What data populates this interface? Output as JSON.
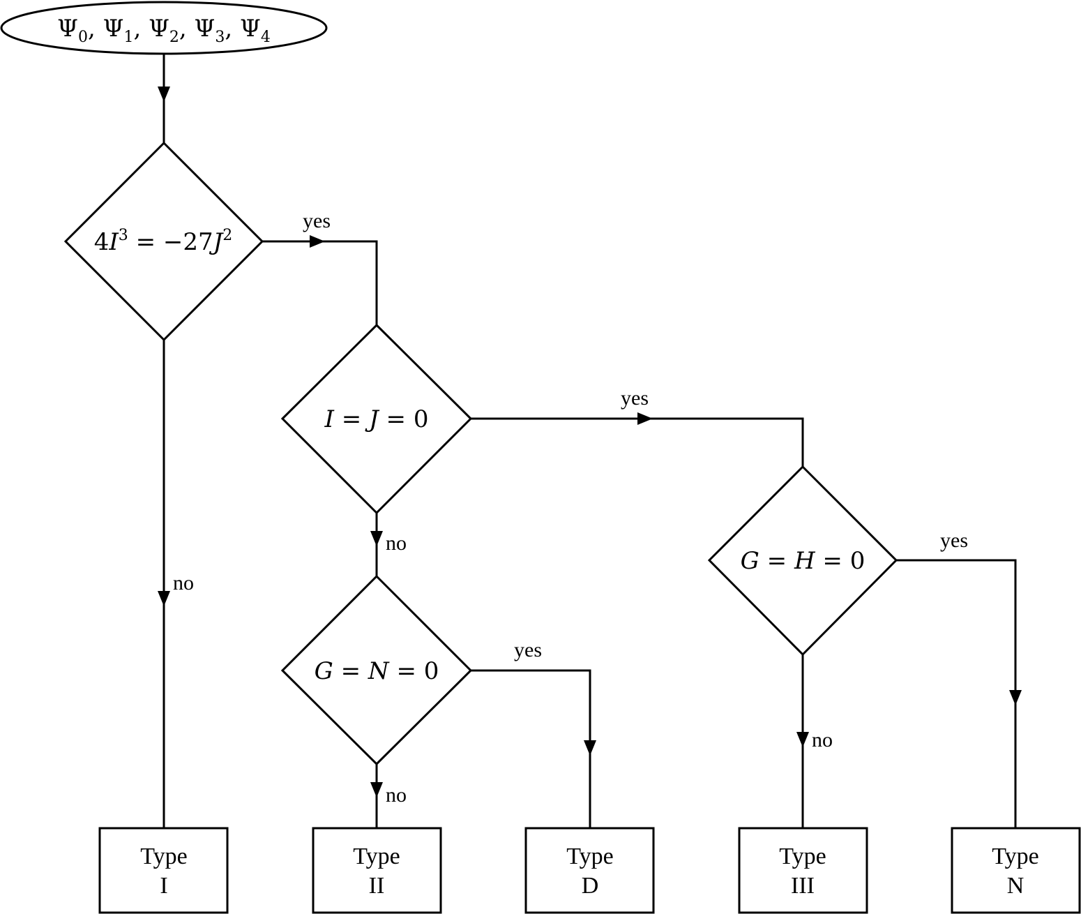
{
  "start": {
    "symbol": "Ψ",
    "subscripts": [
      "0",
      "1",
      "2",
      "3",
      "4"
    ],
    "separator": ", "
  },
  "decisions": {
    "d1": {
      "lhs_coef": "4",
      "lhs_var": "I",
      "lhs_exp": "3",
      "eq": " = −27",
      "rhs_var": "J",
      "rhs_exp": "2"
    },
    "d2": {
      "text_a": "I",
      "eq1": " = ",
      "text_b": "J",
      "eq2": " = 0"
    },
    "d3": {
      "text_a": "G",
      "eq1": " = ",
      "text_b": "N",
      "eq2": " = 0"
    },
    "d4": {
      "text_a": "G",
      "eq1": " = ",
      "text_b": "H",
      "eq2": " = 0"
    }
  },
  "edge_labels": {
    "d1_yes": "yes",
    "d1_no": "no",
    "d2_yes": "yes",
    "d2_no": "no",
    "d3_yes": "yes",
    "d3_no": "no",
    "d4_yes": "yes",
    "d4_no": "no"
  },
  "outcomes": [
    {
      "line1": "Type",
      "line2": "I"
    },
    {
      "line1": "Type",
      "line2": "II"
    },
    {
      "line1": "Type",
      "line2": "D"
    },
    {
      "line1": "Type",
      "line2": "III"
    },
    {
      "line1": "Type",
      "line2": "N"
    }
  ]
}
